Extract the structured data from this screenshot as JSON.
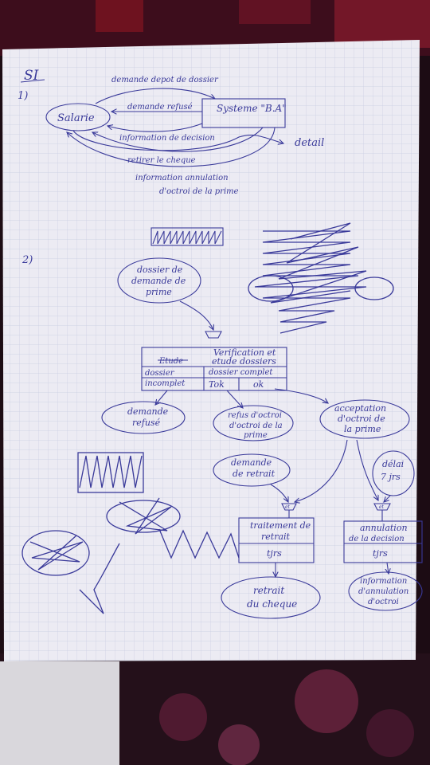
{
  "colors": {
    "ink": "#3a3a9a",
    "paper": "#ecebf3",
    "grid": "#c9cde2",
    "fabric": "#4a1830"
  },
  "part1": {
    "heading": "SI",
    "item": "1)",
    "entity": "Salarie",
    "system": "Systeme \"B.A\"",
    "flows": {
      "demande_depot": "demande depot de dossier",
      "demande_refuse": "demande refusé",
      "information_decision": "information de decision",
      "retirer_cheque": "retirer le cheque",
      "annulation_line1": "information annulation",
      "annulation_line2": "d'octroi de la prime",
      "detail": "detail"
    }
  },
  "part2": {
    "item": "2)",
    "start_event": [
      "dossier de",
      "demande de",
      "prime"
    ],
    "operation": {
      "title_line1": "Verification et",
      "title_line2": "etude dossiers",
      "struck_word": "Etude",
      "left_rule_line1": "dossier",
      "left_rule_line2": "incomplet",
      "right_rule": "dossier complet",
      "left_result": "Tok",
      "right_result": "ok"
    },
    "result_refuse": [
      "demande",
      "refusé"
    ],
    "result_refus_octroi": [
      "refus d'octroi",
      "d'octroi de la",
      "prime"
    ],
    "result_acceptation": [
      "acceptation",
      "d'octroi de",
      "la prime"
    ],
    "event_retrait": [
      "demande",
      "de retrait"
    ],
    "event_delai": [
      "délai",
      "7 jrs"
    ],
    "op_retrait": {
      "title": [
        "traitement de",
        "retrait"
      ],
      "rule": "tjrs"
    },
    "op_annulation": {
      "title": [
        "annulation",
        "de la decision"
      ],
      "rule": "tjrs"
    },
    "out_retrait": [
      "retrait",
      "du cheque"
    ],
    "out_annulation": [
      "information",
      "d'annulation",
      "d'octroi"
    ],
    "sync_mark": "et"
  }
}
